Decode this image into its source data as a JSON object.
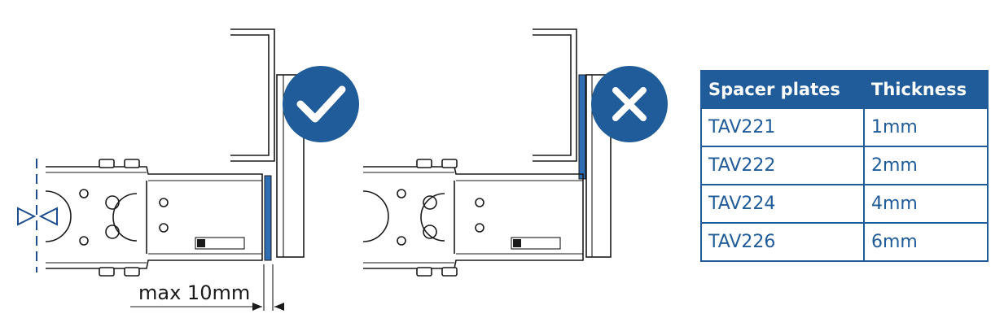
{
  "diagram": {
    "dimension_label": "max 10mm",
    "correct_icon": "check-icon",
    "incorrect_icon": "cross-icon",
    "accent_color": "#1f5c99",
    "spacer_color": "#2f6db5"
  },
  "table": {
    "headers": [
      "Spacer plates",
      "Thickness"
    ],
    "rows": [
      [
        "TAV221",
        "1mm"
      ],
      [
        "TAV222",
        "2mm"
      ],
      [
        "TAV224",
        "4mm"
      ],
      [
        "TAV226",
        "6mm"
      ]
    ]
  }
}
